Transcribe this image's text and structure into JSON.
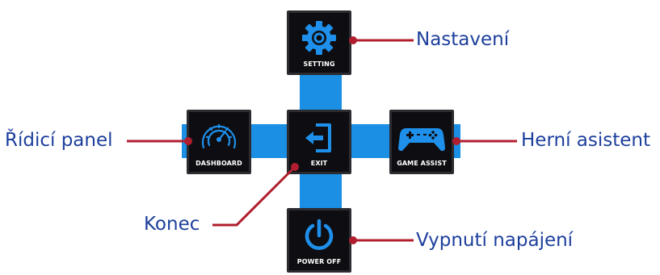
{
  "colors": {
    "cross": "#1a8fe3",
    "tile": "#0e0e12",
    "icon": "#1e8fea",
    "label_text": "#ffffff",
    "callout_text": "#1d3f9c",
    "callout_line": "#b01e2e"
  },
  "menu": {
    "setting": {
      "label": "SETTING",
      "icon": "gear-icon"
    },
    "dashboard": {
      "label": "DASHBOARD",
      "icon": "speedometer-icon"
    },
    "exit": {
      "label": "EXIT",
      "icon": "exit-arrow-icon"
    },
    "game_assist": {
      "label": "GAME ASSIST",
      "icon": "gamepad-icon"
    },
    "power_off": {
      "label": "POWER OFF",
      "icon": "power-icon"
    }
  },
  "callouts": {
    "setting": "Nastavení",
    "dashboard": "Řídicí panel",
    "game_assist": "Herní asistent",
    "exit": "Konec",
    "power_off": "Vypnutí napájení"
  }
}
